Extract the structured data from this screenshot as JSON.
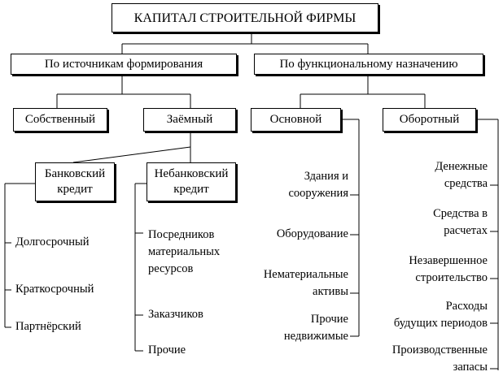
{
  "title": "КАПИТАЛ СТРОИТЕЛЬНОЙ ФИРМЫ",
  "by_source": {
    "label": "По источникам формирования",
    "own": "Собственный",
    "borrowed": {
      "label": "Заёмный",
      "bank": {
        "label": "Банковский\nкредит",
        "items": [
          "Долгосрочный",
          "Краткосрочный",
          "Партнёрский"
        ]
      },
      "nonbank": {
        "label": "Небанковский\nкредит",
        "items": [
          "Посредников\nматериальных\nресурсов",
          "Заказчиков",
          "Прочие"
        ]
      }
    }
  },
  "by_function": {
    "label": "По функциональному назначению",
    "fixed": {
      "label": "Основной",
      "items": [
        "Здания и\nсооружения",
        "Оборудование",
        "Нематериальные\nактивы",
        "Прочие\nнедвижимые"
      ]
    },
    "working": {
      "label": "Оборотный",
      "items": [
        "Денежные\nсредства",
        "Средства в\nрасчетах",
        "Незавершенное\nстроительство",
        "Расходы\nбудущих периодов",
        "Производственные\nзапасы"
      ]
    }
  }
}
